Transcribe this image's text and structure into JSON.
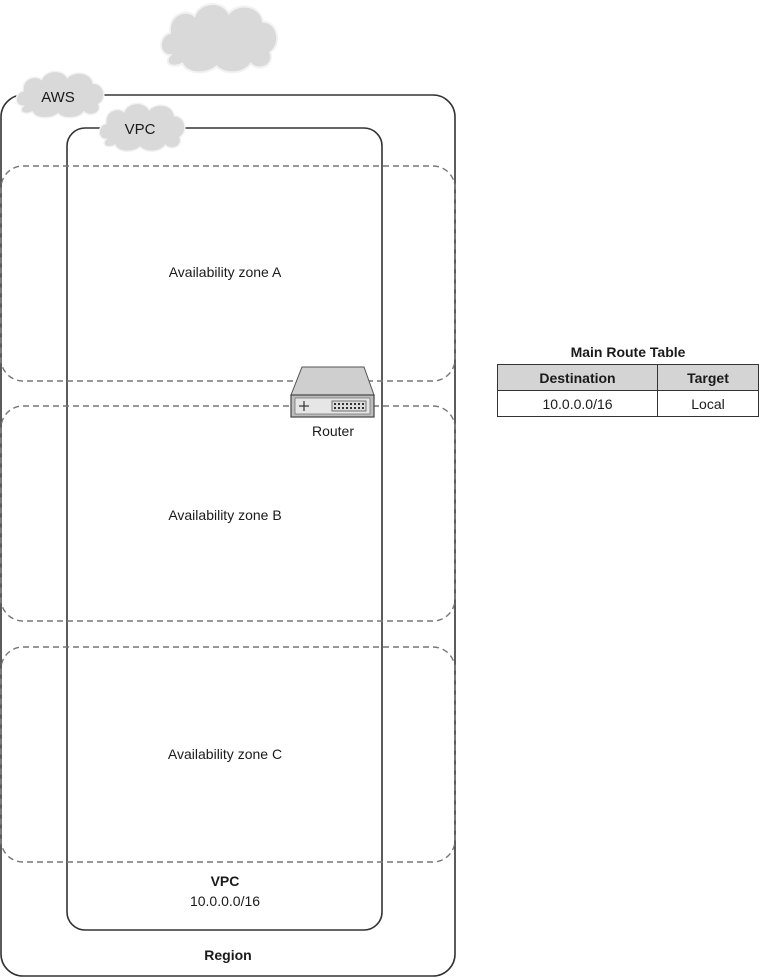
{
  "diagram": {
    "clouds": {
      "internet": "",
      "aws": "AWS",
      "vpc": "VPC"
    },
    "zones": [
      {
        "label": "Availability zone A"
      },
      {
        "label": "Availability zone B"
      },
      {
        "label": "Availability zone C"
      }
    ],
    "router_label": "Router",
    "vpc": {
      "title": "VPC",
      "cidr": "10.0.0.0/16"
    },
    "region_label": "Region"
  },
  "route_table": {
    "title": "Main Route Table",
    "headers": [
      "Destination",
      "Target"
    ],
    "rows": [
      [
        "10.0.0.0/16",
        "Local"
      ]
    ],
    "header_bg": "#d4d4d4"
  }
}
